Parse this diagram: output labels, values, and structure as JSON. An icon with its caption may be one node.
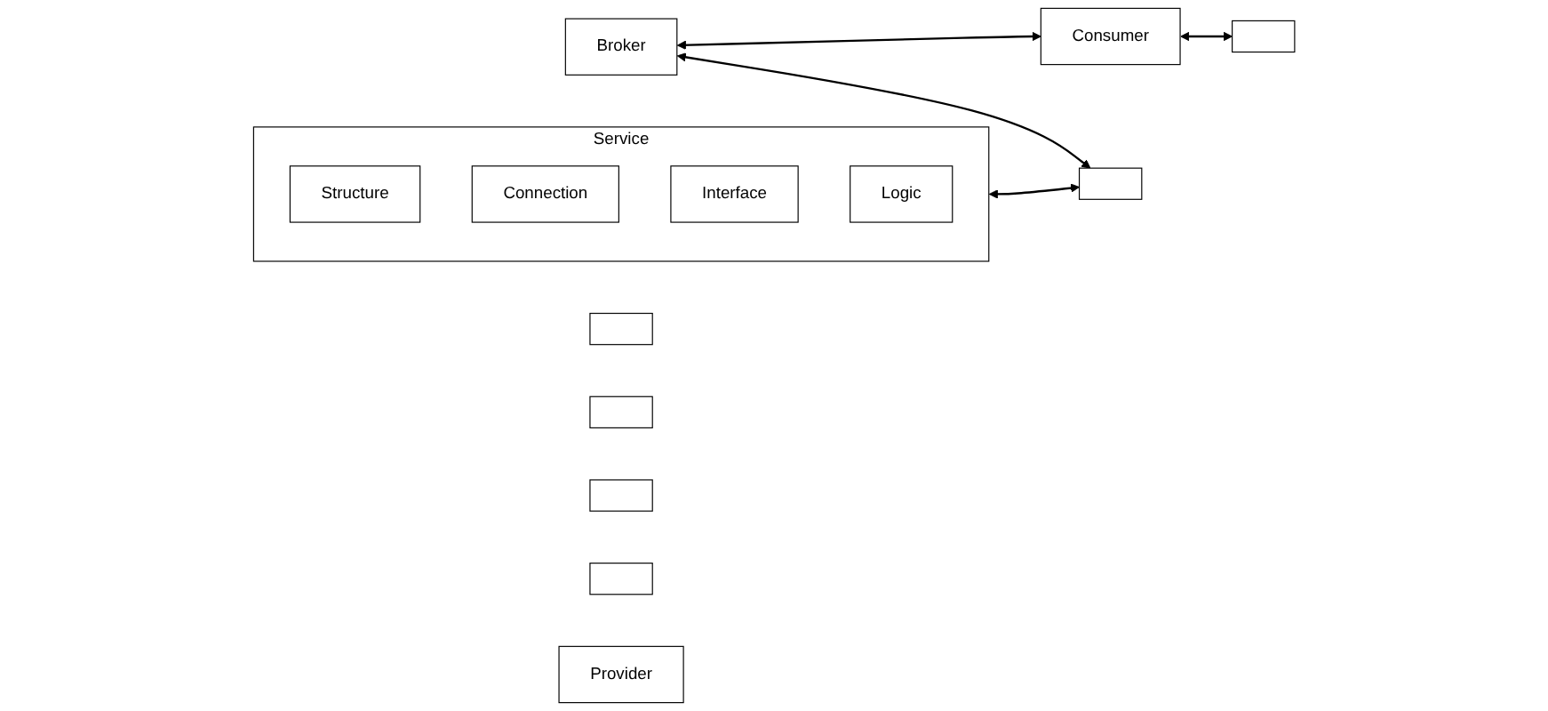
{
  "diagram": {
    "nodes": [
      {
        "text": [
          "Broker"
        ]
      },
      {
        "text": [],
        "shape": "box"
      },
      {
        "text": [],
        "shape": "box"
      },
      {
        "text": [
          "Consumer"
        ]
      },
      {
        "text": [],
        "shape": "box"
      },
      {
        "text": [],
        "shape": "box"
      },
      {
        "text": [
          "Service"
        ]
      },
      {
        "text": [
          "Structure"
        ],
        "in": 6
      },
      {
        "text": [
          "Connection"
        ],
        "in": 6
      },
      {
        "text": [
          "Interface"
        ],
        "in": 6
      },
      {
        "text": [
          "Logic"
        ],
        "in": 6
      },
      {
        "text": [],
        "shape": "box"
      },
      {
        "text": [],
        "shape": "box"
      },
      {
        "text": [
          "Provider"
        ]
      }
    ],
    "edges": [
      {
        "from": 0,
        "to": 3,
        "arrow": "both"
      },
      {
        "from": 3,
        "to": 4,
        "arrow": "both"
      },
      {
        "from": 6,
        "to": 11,
        "arrow": "both"
      },
      {
        "from": 0,
        "to": 11,
        "arrow": "both"
      }
    ]
  }
}
